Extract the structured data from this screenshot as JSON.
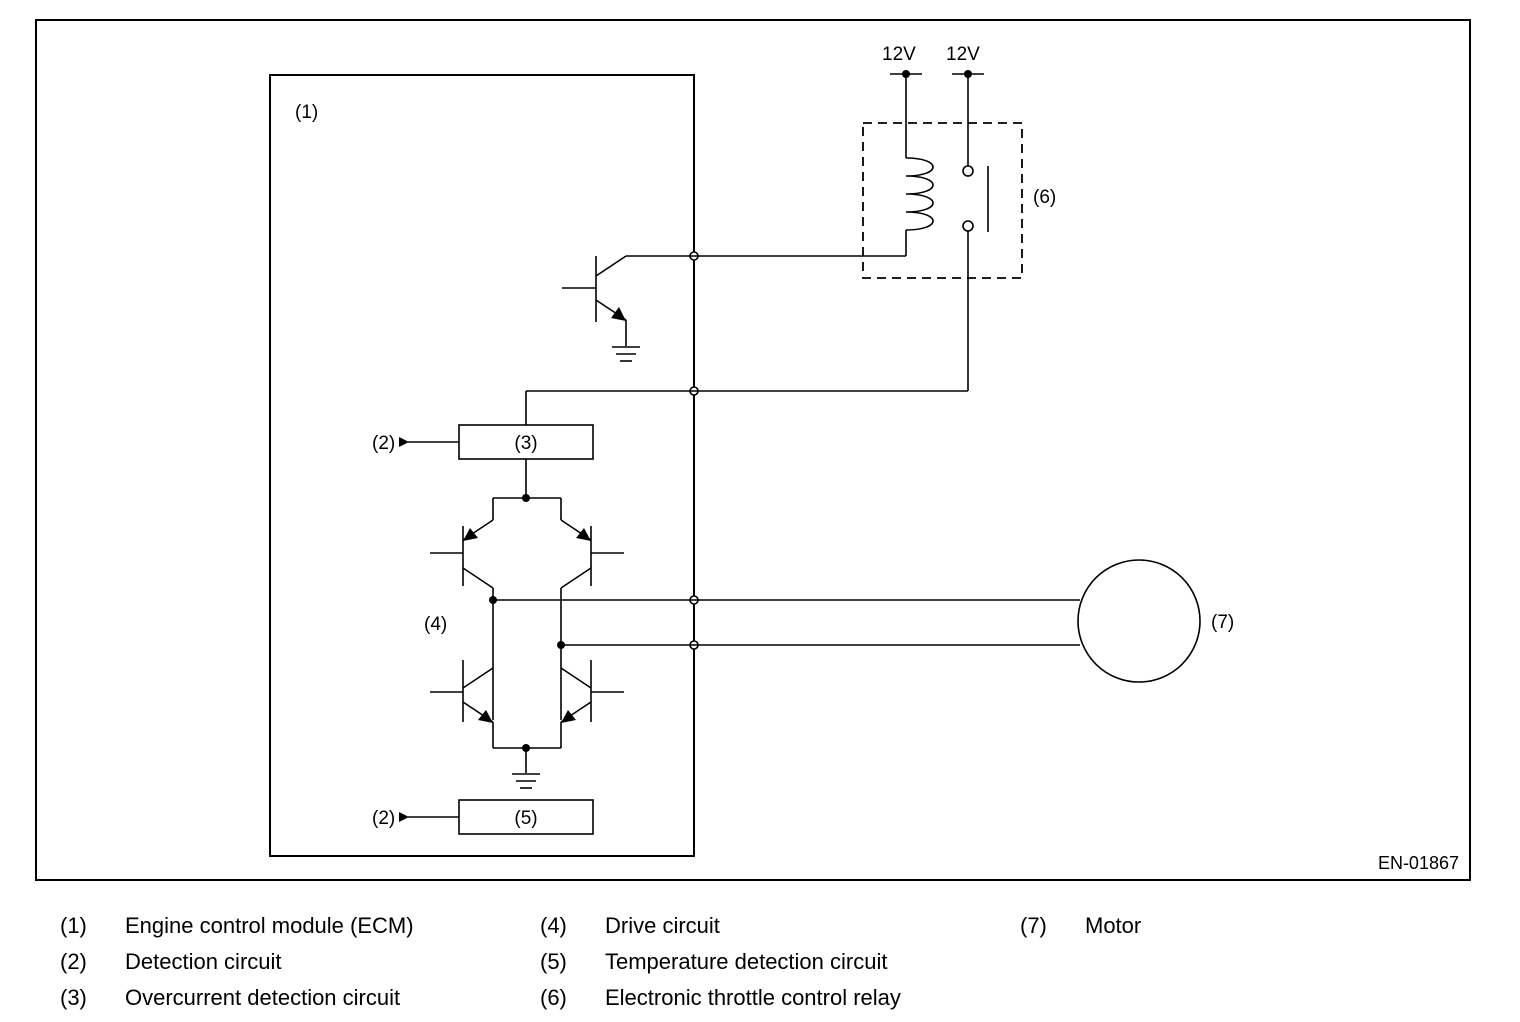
{
  "figure_id": "EN-01867",
  "supply_labels": [
    "12V",
    "12V"
  ],
  "callouts": {
    "ecm": "(1)",
    "detection_top": "(2)",
    "detection_bottom": "(2)",
    "overcurrent": "(3)",
    "drive": "(4)",
    "temperature": "(5)",
    "relay": "(6)",
    "motor": "(7)"
  },
  "legend": [
    {
      "num": "(1)",
      "text": "Engine control module (ECM)"
    },
    {
      "num": "(2)",
      "text": "Detection circuit"
    },
    {
      "num": "(3)",
      "text": "Overcurrent detection circuit"
    },
    {
      "num": "(4)",
      "text": "Drive circuit"
    },
    {
      "num": "(5)",
      "text": "Temperature detection circuit"
    },
    {
      "num": "(6)",
      "text": "Electronic throttle control relay"
    },
    {
      "num": "(7)",
      "text": "Motor"
    }
  ]
}
